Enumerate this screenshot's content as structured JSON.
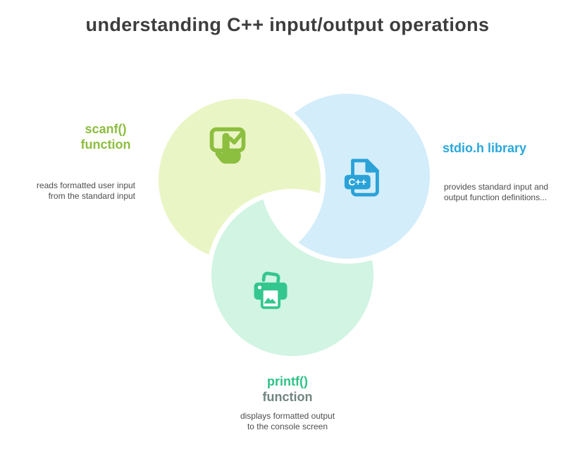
{
  "title": "understanding C++ input/output operations",
  "circles": {
    "scanf": {
      "name_line1": "scanf()",
      "name_line2": "function",
      "desc_line1": "reads formatted user input",
      "desc_line2": "from the standard input"
    },
    "stdio": {
      "name": "stdio.h library",
      "desc_line1": "provides standard input and",
      "desc_line2": "output function definitions..."
    },
    "printf": {
      "name_line1": "printf()",
      "name_line2": "function",
      "desc_line1": "displays formatted output",
      "desc_line2": "to the console screen"
    }
  },
  "icons": {
    "tap_check": "tap-check-icon",
    "cpp_file": "cpp-file-icon",
    "printer": "printer-icon",
    "cpp_badge_text": "C++"
  },
  "colors": {
    "background": "#FFFFFF",
    "title_text": "#3D3D3D",
    "desc_text": "#4E4E4E",
    "scanf_circle_fill": "#EAF5C5",
    "scanf_accent": "#8CBE3F",
    "stdio_circle_fill": "#D3EDFA",
    "stdio_accent": "#29A8DC",
    "stdio_icon": "#2AA2D8",
    "printf_circle_fill": "#D1F4E3",
    "printf_accent": "#2EC287",
    "printf_icon": "#34C78D",
    "printf_sublabel": "#708580"
  }
}
